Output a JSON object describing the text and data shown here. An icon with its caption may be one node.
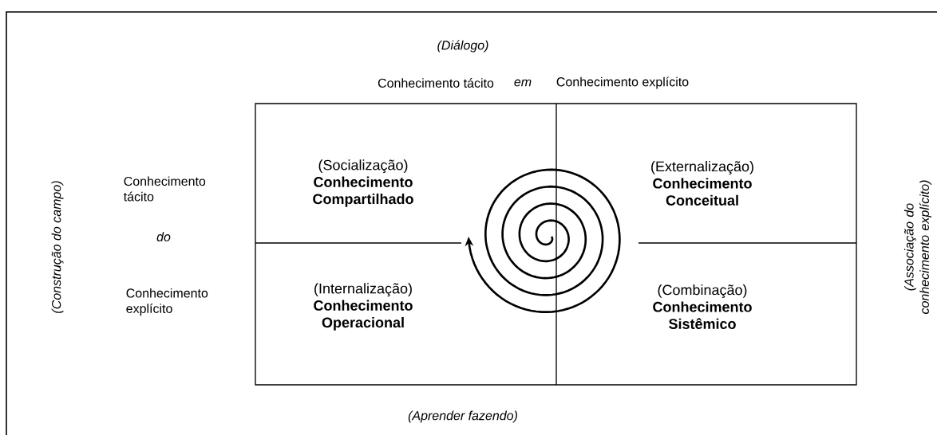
{
  "diagram": {
    "nodes": [
      {
        "text": [
          "(Socialização)",
          "Conhecimento Compartilhado"
        ]
      },
      {
        "text": [
          "(Externalização)",
          "Conhecimento Conceitual"
        ]
      },
      {
        "text": [
          "(Internalização)",
          "Conhecimento Operacional"
        ]
      },
      {
        "text": [
          "(Combinação)",
          "Conhecimento Sistêmico"
        ]
      }
    ],
    "labels": [
      "(Diálogo)",
      "Conhecimento tácito",
      "em",
      "Conhecimento explícito",
      "(Construção do campo)",
      "Conhecimento tácito",
      "do",
      "Conhecimento explícito",
      "(Associação do conhecimento explícito)",
      "(Aprender fazendo)"
    ]
  }
}
